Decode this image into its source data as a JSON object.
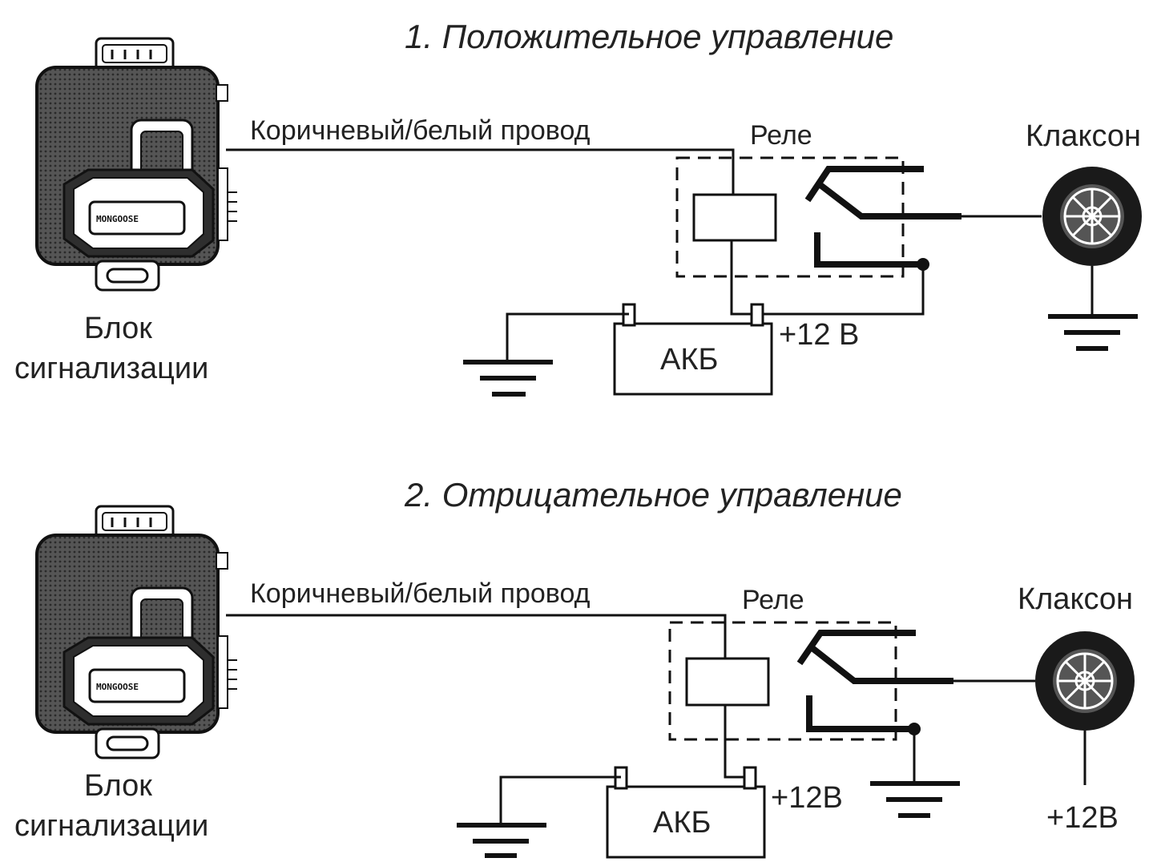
{
  "colors": {
    "ink": "#111111",
    "background": "#ffffff",
    "unit_body": "#3a3a3a"
  },
  "diagram1": {
    "title": "1. Положительное управление",
    "wire_label": "Коричневый/белый провод",
    "relay_label": "Реле",
    "horn_label": "Клаксон",
    "battery_label": "АКБ",
    "voltage_label": "+12 В",
    "unit_label_line1": "Блок",
    "unit_label_line2": "сигнализации",
    "unit_brand": "MONGOOSE"
  },
  "diagram2": {
    "title": "2. Отрицательное управление",
    "wire_label": "Коричневый/белый провод",
    "relay_label": "Реле",
    "horn_label": "Клаксон",
    "battery_label": "АКБ",
    "voltage_label": "+12В",
    "horn_voltage_label": "+12В",
    "unit_label_line1": "Блок",
    "unit_label_line2": "сигнализации",
    "unit_brand": "MONGOOSE"
  },
  "icons": [
    "alarm-unit-icon",
    "relay-coil-icon",
    "relay-contact-icon",
    "battery-icon",
    "ground-icon",
    "horn-icon"
  ]
}
